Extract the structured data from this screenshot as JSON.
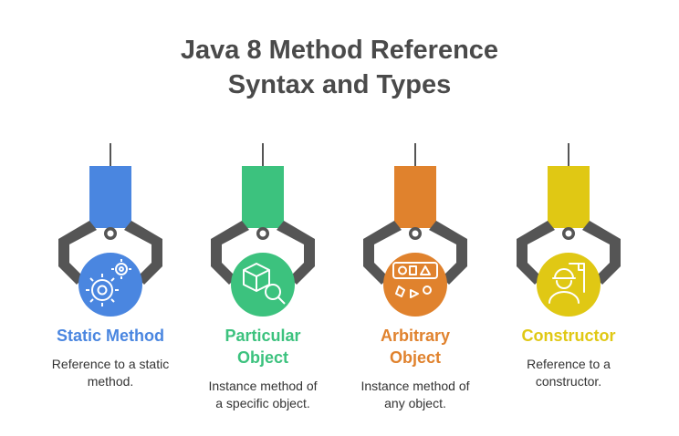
{
  "title": {
    "line1": "Java 8 Method Reference",
    "line2": "Syntax and Types"
  },
  "items": [
    {
      "heading": [
        "Static Method"
      ],
      "description": [
        "Reference to a static",
        "method."
      ],
      "color": "#4a86e0",
      "icon": "gears-icon"
    },
    {
      "heading": [
        "Particular",
        "Object"
      ],
      "description": [
        "Instance method of",
        "a specific object."
      ],
      "color": "#3cc27e",
      "icon": "box-search-icon"
    },
    {
      "heading": [
        "Arbitrary",
        "Object"
      ],
      "description": [
        "Instance method of",
        "any object."
      ],
      "color": "#e0822d",
      "icon": "shapes-icon"
    },
    {
      "heading": [
        "Constructor"
      ],
      "description": [
        "Reference to a",
        "constructor."
      ],
      "color": "#e0c814",
      "icon": "builder-icon"
    }
  ]
}
